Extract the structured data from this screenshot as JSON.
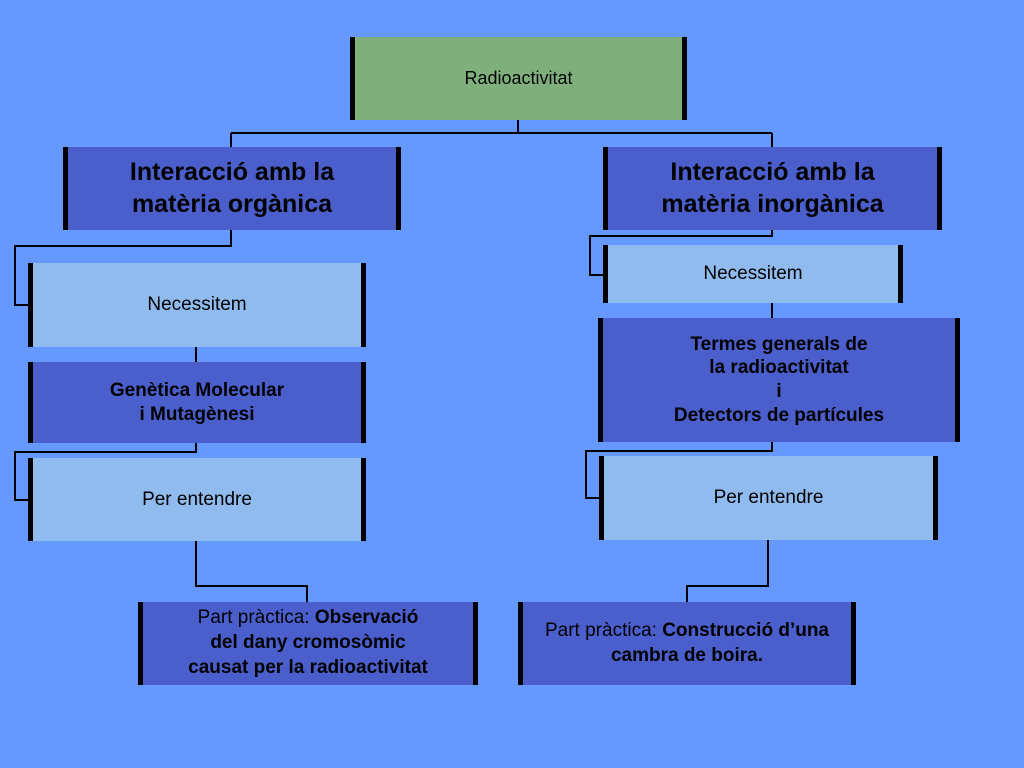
{
  "root": {
    "label": "Radioactivitat"
  },
  "left": {
    "heading": "Interacció amb la\nmatèria orgànica",
    "need_label": "Necessitem",
    "requirement": "Genètica Molecular\ni Mutagènesi",
    "purpose_label": "Per entendre",
    "practice": {
      "prefix": "Part pràctica: ",
      "bold_part": "Observació\ndel dany cromosòmic\ncausat per la radioactivitat"
    }
  },
  "right": {
    "heading": "Interacció amb la\nmatèria inorgànica",
    "need_label": "Necessitem",
    "requirement": "Termes generals de\nla radioactivitat\ni\nDetectors de partícules",
    "purpose_label": "Per entendre",
    "practice": {
      "prefix": "Part pràctica: ",
      "bold_part": "Construcció d’una\ncambra de boira."
    }
  },
  "colors": {
    "background": "#6699ff",
    "root_box": "#7fb07c",
    "dark_box": "#4a5fcc",
    "light_box": "#8fbbee",
    "connector": "#000000"
  }
}
